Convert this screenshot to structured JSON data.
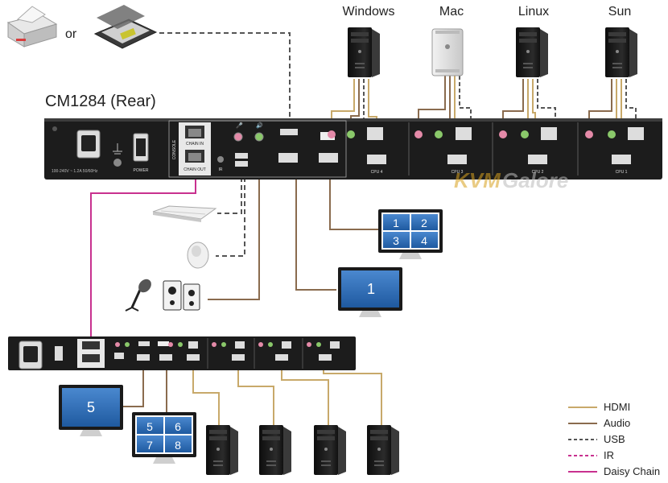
{
  "labels": {
    "or": "or",
    "device_title": "CM1284 (Rear)",
    "computers": [
      "Windows",
      "Mac",
      "Linux",
      "Sun"
    ],
    "chain_in": "CHAIN IN",
    "chain_out": "CHAIN OUT",
    "console": "CONSOLE",
    "power": "POWER",
    "ir": "IR",
    "cpu_ports": [
      "CPU 4",
      "CPU 3",
      "CPU 2",
      "CPU 1"
    ],
    "watermark_kvm": "KVM",
    "watermark_galore": "Galore"
  },
  "monitors": {
    "quad_top": [
      "1",
      "2",
      "3",
      "4"
    ],
    "single_top": "1",
    "single_bottom": "5",
    "quad_bottom": [
      "5",
      "6",
      "7",
      "8"
    ]
  },
  "legend": [
    {
      "label": "HDMI",
      "color": "#c8a96a",
      "style": "solid"
    },
    {
      "label": "Audio",
      "color": "#8a6b4e",
      "style": "solid"
    },
    {
      "label": "USB",
      "color": "#555555",
      "style": "dashed"
    },
    {
      "label": "IR",
      "color": "#c8318f",
      "style": "dashed"
    },
    {
      "label": "Daisy Chain",
      "color": "#c8318f",
      "style": "solid"
    }
  ],
  "colors": {
    "hdmi": "#c8a96a",
    "audio": "#8a6b4e",
    "usb": "#555555",
    "daisy": "#c8318f",
    "panel": "#1c1c1c",
    "screen": "#2f6db5"
  }
}
